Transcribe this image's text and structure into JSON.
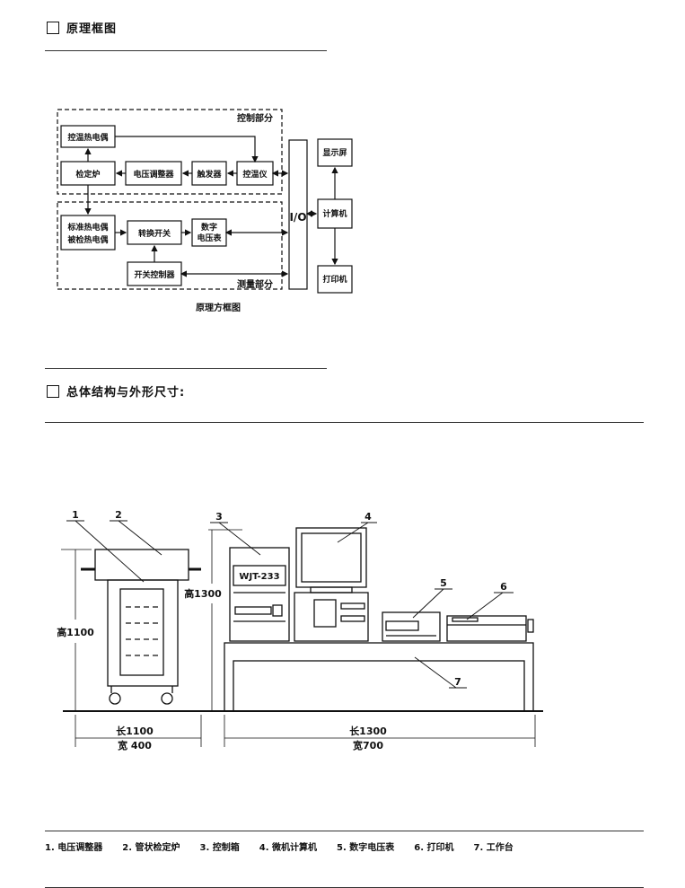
{
  "sections": {
    "principle_heading": "原理框图",
    "structure_heading": "总体结构与外形尺寸:"
  },
  "block_diagram": {
    "caption": "原理方框图",
    "control_group_label": "控制部分",
    "measure_group_label": "测量部分",
    "blocks": {
      "thermocouple_ctrl": "控温热电偶",
      "furnace": "检定炉",
      "voltage_regulator": "电压调整器",
      "trigger": "触发器",
      "temp_controller": "控温仪",
      "std_thermocouple_1": "标准热电偶",
      "std_thermocouple_2": "被检热电偶",
      "switch": "转换开关",
      "dvm_1": "数字",
      "dvm_2": "电压表",
      "switch_controller": "开关控制器",
      "io": "I/O",
      "display": "显示屏",
      "computer": "计算机",
      "printer": "打印机"
    }
  },
  "structure_drawing": {
    "callouts": [
      "1",
      "2",
      "3",
      "4",
      "5",
      "6",
      "7"
    ],
    "cabinet_label": "WJT-233",
    "dims": {
      "height_left": "高1100",
      "height_mid": "高1300",
      "length_left": "长1100",
      "width_left": "宽 400",
      "length_right": "长1300",
      "width_right": "宽700"
    }
  },
  "legend": [
    "1. 电压调整器",
    "2. 管状检定炉",
    "3. 控制箱",
    "4. 微机计算机",
    "5. 数字电压表",
    "6. 打印机",
    "7. 工作台"
  ]
}
